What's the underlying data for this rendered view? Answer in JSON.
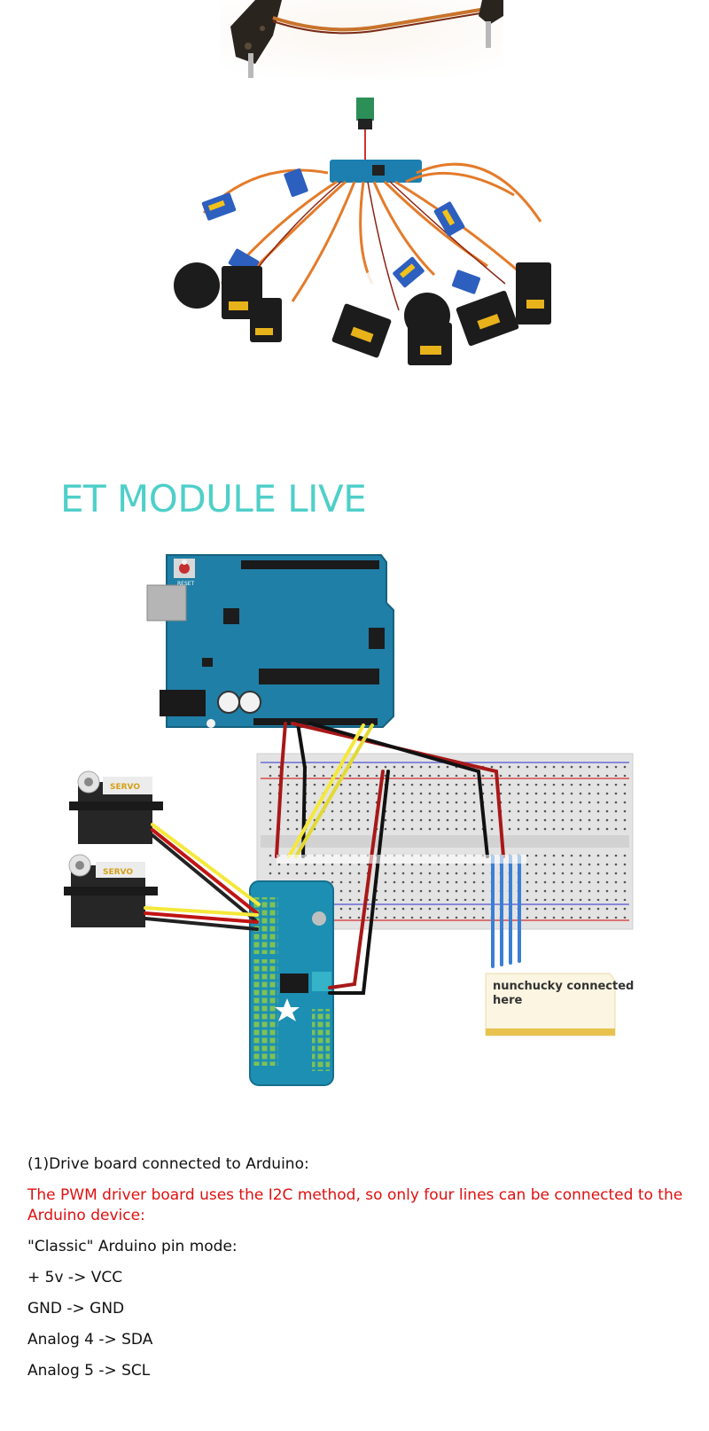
{
  "title": "ET MODULE LIVE",
  "diagram": {
    "board_label": "RESET",
    "servo_label_1": "SERVO",
    "servo_label_2": "SERVO",
    "note_line_1": "nunchucky connected",
    "note_line_2": "here"
  },
  "text": {
    "line1": "(1)Drive board connected to Arduino:",
    "line2": "The PWM driver board uses the I2C method, so only four lines can be connected to the Arduino device:",
    "line3": "\"Classic\" Arduino pin mode:",
    "line4": "+ 5v -> VCC",
    "line5": "GND -> GND",
    "line6": "Analog 4 -> SDA",
    "line7": "Analog 5 -> SCL"
  },
  "colors": {
    "title": "#4fcfc9",
    "red_text": "#e01010",
    "board": "#1f7fa6",
    "pwm_board": "#1d8fb3",
    "note": "#fbf5e2"
  }
}
